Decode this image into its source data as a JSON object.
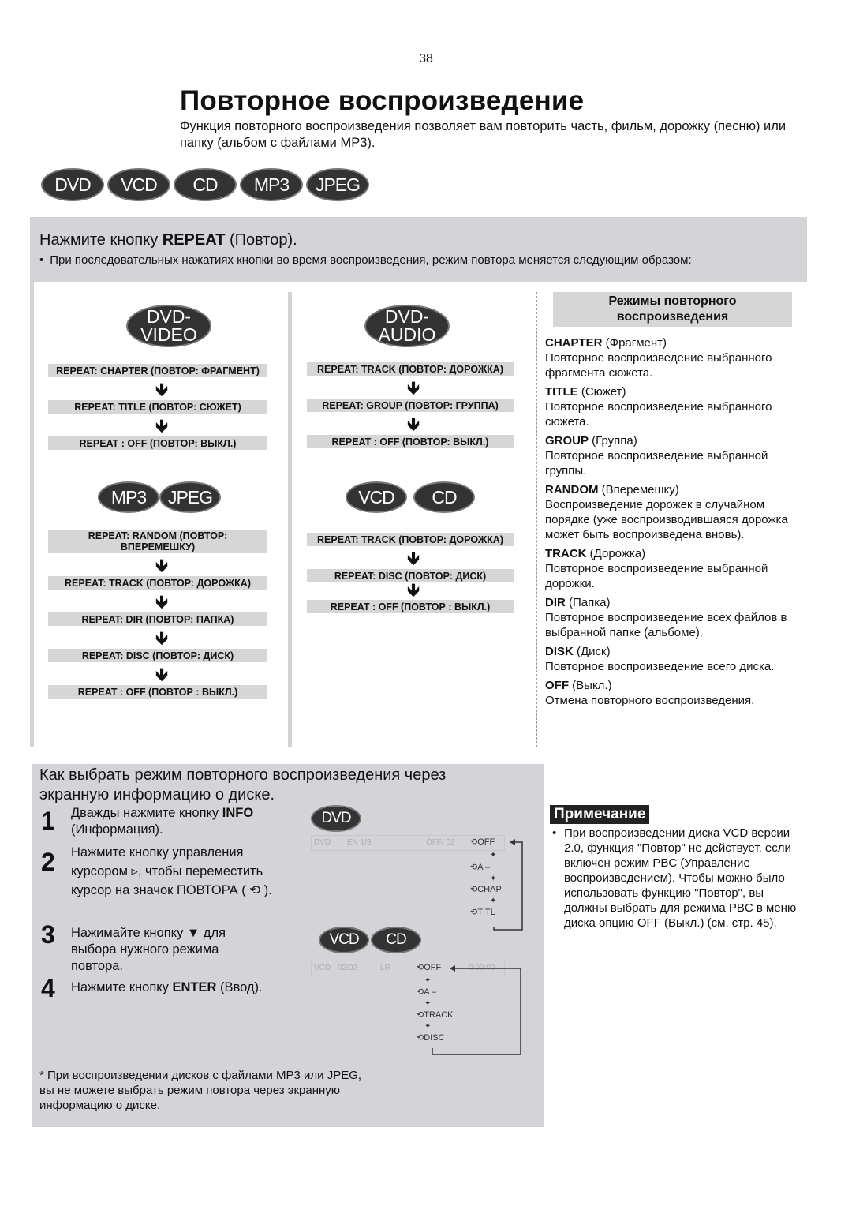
{
  "page_number": "38",
  "title": "Повторное воспроизведение",
  "intro": "Функция повторного воспроизведения позволяет вам повторить часть, фильм, дорожку (песню) или папку (альбом с файлами МР3).",
  "disc_badges": [
    "DVD",
    "VCD",
    "CD",
    "MP3",
    "JPEG"
  ],
  "press_section": {
    "heading_prefix": "Нажмите кнопку ",
    "heading_bold": "REPEAT",
    "heading_suffix": " (Повтор).",
    "bullet": "При последовательных нажатиях кнопки во время воспроизведения, режим повтора меняется следующим образом:"
  },
  "flows": {
    "dvd_video": {
      "badge_line1": "DVD-",
      "badge_line2": "VIDEO",
      "steps": [
        "REPEAT: CHAPTER (ПОВТОР: ФРАГМЕНТ)",
        "REPEAT: TITLE (ПОВТОР: СЮЖЕТ)",
        "REPEAT : OFF (ПОВТОР: ВЫКЛ.)"
      ]
    },
    "dvd_audio": {
      "badge_line1": "DVD-",
      "badge_line2": "AUDIO",
      "steps": [
        "REPEAT: TRACK (ПОВТОР: ДОРОЖКА)",
        "REPEAT: GROUP (ПОВТОР: ГРУППА)",
        "REPEAT : OFF (ПОВТОР:  ВЫКЛ.)"
      ]
    },
    "mp3_jpeg": {
      "badges": [
        "MP3",
        "JPEG"
      ],
      "step1_line1": "REPEAT: RANDOM (ПОВТОР:",
      "step1_line2": "ВПЕРЕМЕШКУ)",
      "steps": [
        "REPEAT: TRACK (ПОВТОР: ДОРОЖКА)",
        "REPEAT: DIR (ПОВТОР: ПАПКА)",
        "REPEAT: DISC (ПОВТОР: ДИСК)",
        "REPEAT : OFF (ПОВТОР : ВЫКЛ.)"
      ]
    },
    "vcd_cd": {
      "badges": [
        "VCD",
        "CD"
      ],
      "steps": [
        "REPEAT: TRACK (ПОВТОР: ДОРОЖКА)",
        "REPEAT: DISC (ПОВТОР: ДИСК)",
        "REPEAT : OFF (ПОВТОР : ВЫКЛ.)"
      ]
    },
    "arrow_glyph": "🡻"
  },
  "modes": {
    "heading_line1": "Режимы повторного",
    "heading_line2": "воспроизведения",
    "items": [
      {
        "term": "CHAPTER",
        "paren": " (Фрагмент)",
        "desc": "Повторное воспроизведение выбранного фрагмента сюжета."
      },
      {
        "term": "TITLE",
        "paren": " (Сюжет)",
        "desc": "Повторное воспроизведение выбранного сюжета."
      },
      {
        "term": "GROUP",
        "paren": " (Группа)",
        "desc": "Повторное воспроизведение выбранной группы."
      },
      {
        "term": "RANDOM",
        "paren": " (Вперемешку)",
        "desc": "Воспроизведение дорожек в случайном порядке (уже воспроизводившаяся дорожка может быть воспроизведена вновь)."
      },
      {
        "term": "TRACK",
        "paren": " (Дорожка)",
        "desc": "Повторное воспроизведение выбранной дорожки."
      },
      {
        "term": "DIR",
        "paren": " (Папка)",
        "desc": "Повторное воспроизведение всех файлов в выбранной папке (альбоме)."
      },
      {
        "term": "DISK",
        "paren": " (Диск)",
        "desc": "Повторное воспроизведение всего диска."
      },
      {
        "term": "OFF",
        "paren": " (Выкл.)",
        "desc": "Отмена повторного воспроизведения."
      }
    ]
  },
  "how_section": {
    "heading": "Как выбрать режим повторного воспроизведения через экранную информацию о диске.",
    "steps": [
      {
        "num": "1",
        "pre": "Дважды нажмите кнопку ",
        "bold": "INFO",
        "post": " (Информация)."
      },
      {
        "num": "2",
        "pre": "Нажмите кнопку управления курсором ▹, чтобы переместить курсор на значок ПОВТОРА ( ⟲ ).",
        "bold": "",
        "post": ""
      },
      {
        "num": "3",
        "pre": "Нажимайте кнопку ▼ для выбора нужного режима повтора.",
        "bold": "",
        "post": ""
      },
      {
        "num": "4",
        "pre": "Нажмите кнопку ",
        "bold": "ENTER",
        "post": " (Ввод)."
      }
    ],
    "footnote": "* При воспроизведении дисков с файлами МР3 или JPEG, вы не можете выбрать режим повтора через экранную информацию о диске."
  },
  "osd": {
    "dvd_badge": "DVD",
    "dvd_bar": {
      "disc": "DVD",
      "lang": "EN 1/3",
      "sub": "OFF/ 02"
    },
    "dvd_options": [
      "OFF",
      "A –",
      "CHAP",
      "TITL"
    ],
    "vcd_badges": [
      "VCD",
      "CD"
    ],
    "vcd_bar": {
      "disc": "VCD",
      "track": "02/02",
      "audio": "LR",
      "time": "0:00:00"
    },
    "vcd_options": [
      "OFF",
      "A –",
      "TRACK",
      "DISC"
    ],
    "repeat_glyph": "⟲"
  },
  "note": {
    "heading": "Примечание",
    "text": "При воспроизведении диска VCD версии 2.0, функция \"Повтор\" не действует, если включен режим PBC (Управление воспроизведением). Чтобы можно было использовать функцию \"Повтор\", вы должны выбрать для режима PBC в меню диска опцию OFF (Выкл.) (см. стр. 45)."
  }
}
